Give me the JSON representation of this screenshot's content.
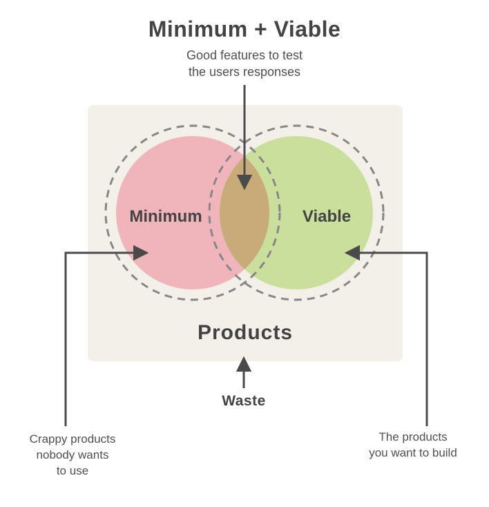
{
  "colors": {
    "page_bg": "#ffffff",
    "panel": "#f3efe9",
    "minimum_circle": "#efb5ba",
    "viable_circle": "#cbdf9d",
    "overlap": "#c9ab7a",
    "dashed_outline": "#868686",
    "arrow": "#4a4a4a",
    "heading_text": "#434343",
    "annotation_text": "#4f4f4f"
  },
  "header": {
    "title": "Minimum + Viable",
    "subtitle_line1": "Good features to test",
    "subtitle_line2": "the users responses"
  },
  "venn": {
    "left_circle_label": "Minimum",
    "right_circle_label": "Viable",
    "panel_label": "Products"
  },
  "annotations": {
    "waste_label": "Waste",
    "bottom_left_line1": "Crappy products",
    "bottom_left_line2": "nobody wants",
    "bottom_left_line3": "to use",
    "bottom_right_line1": "The products",
    "bottom_right_line2": "you want to build"
  }
}
